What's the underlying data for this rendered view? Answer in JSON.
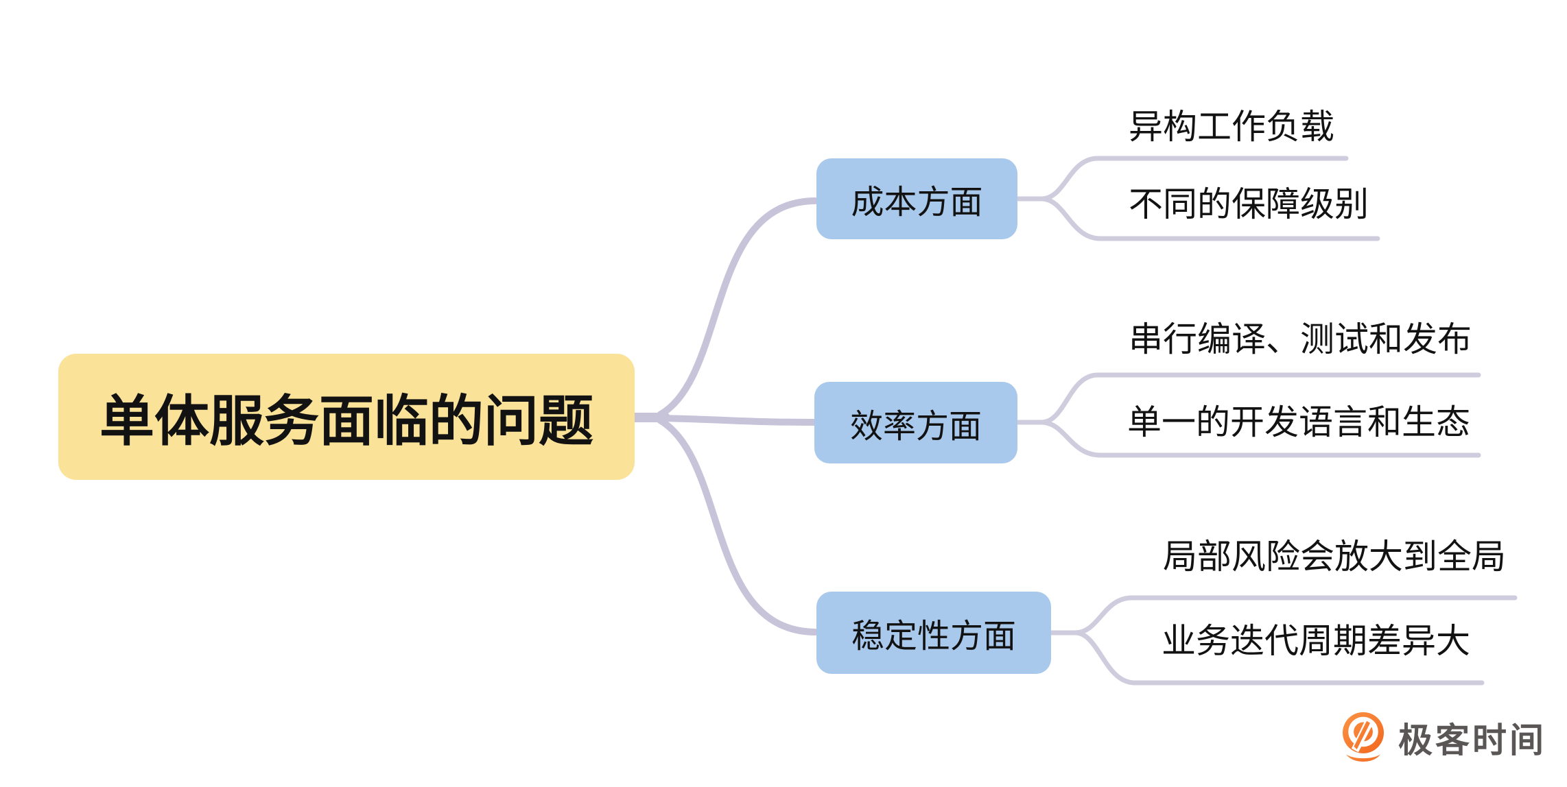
{
  "mindmap": {
    "root": {
      "label": "单体服务面临的问题"
    },
    "branches": [
      {
        "label": "成本方面",
        "children": [
          {
            "label": "异构工作负载"
          },
          {
            "label": "不同的保障级别"
          }
        ]
      },
      {
        "label": "效率方面",
        "children": [
          {
            "label": "串行编译、测试和发布"
          },
          {
            "label": "单一的开发语言和生态"
          }
        ]
      },
      {
        "label": "稳定性方面",
        "children": [
          {
            "label": "局部风险会放大到全局"
          },
          {
            "label": "业务迭代周期差异大"
          }
        ]
      }
    ]
  },
  "branding": {
    "logo_text": "极客时间",
    "logo_icon": "geektime-pin-icon"
  },
  "colors": {
    "background": "#ffffff",
    "root_bg": "#FAE299",
    "branch_bg": "#A9C9EC",
    "connector_main": "#C7C3D9",
    "connector_sub": "#CFCCDE",
    "text": "#121212",
    "logo_orange": "#F57B2A",
    "logo_text_color": "#5A5656"
  }
}
